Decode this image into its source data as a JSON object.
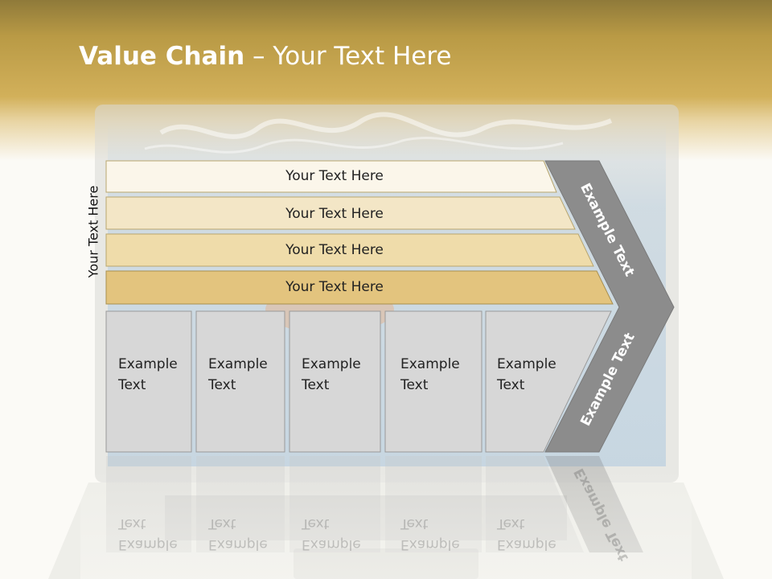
{
  "header": {
    "title_bold": "Value Chain",
    "title_rest": " – Your Text Here"
  },
  "side_label": "Your Text Here",
  "rows": [
    {
      "label": "Your Text Here",
      "color": "#fbf6ea"
    },
    {
      "label": "Your Text Here",
      "color": "#f3e6c6"
    },
    {
      "label": "Your Text Here",
      "color": "#efdcaa"
    },
    {
      "label": "Your Text Here",
      "color": "#e3c47e"
    }
  ],
  "boxes": [
    {
      "line1": "Example",
      "line2": "Text"
    },
    {
      "line1": "Example",
      "line2": "Text"
    },
    {
      "line1": "Example",
      "line2": "Text"
    },
    {
      "line1": "Example",
      "line2": "Text"
    },
    {
      "line1": "Example",
      "line2": "Text"
    }
  ],
  "arrow": {
    "top_label": "Example Text",
    "bottom_label": "Example Text",
    "color": "#8c8c8c"
  },
  "box_color": "#d7d7d7"
}
